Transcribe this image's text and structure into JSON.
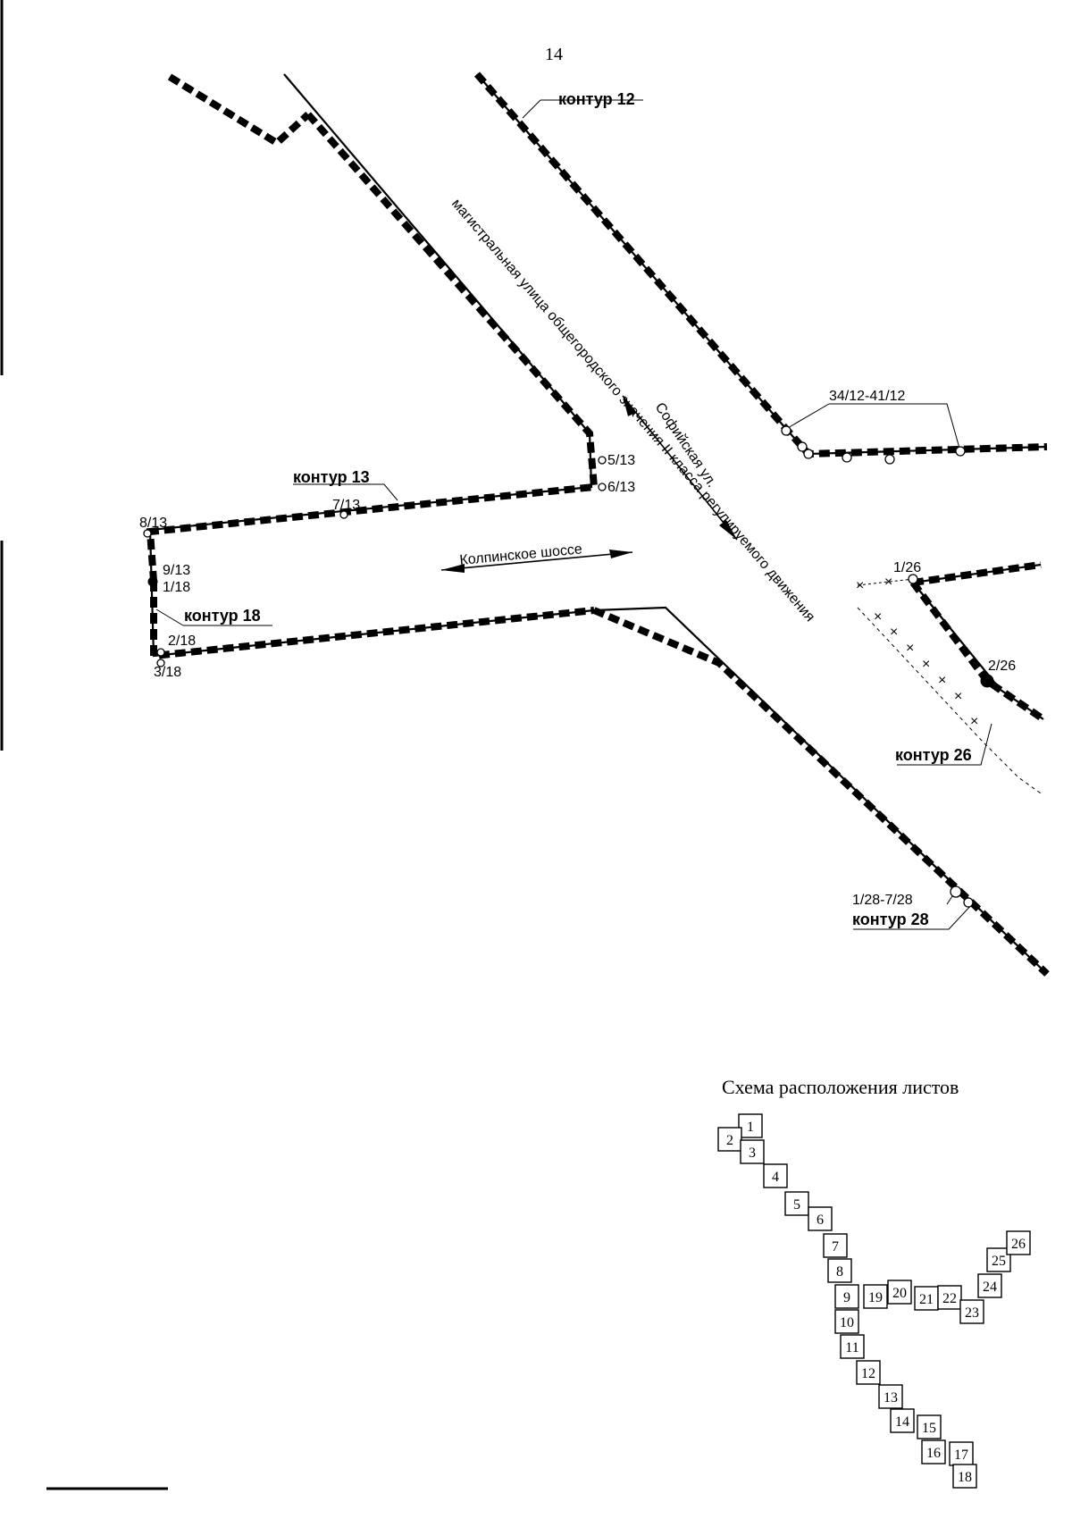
{
  "page_number": "14",
  "street_labels": {
    "main_street": "магистральная улица общегородского значения II класса регулируемого движения",
    "sofiyskaya": "Софийская ул.",
    "kolpinskoe": "Колпинское шоссе"
  },
  "contours": {
    "c12": "контур 12",
    "c13": "контур 13",
    "c18": "контур 18",
    "c26": "контур 26",
    "c28": "контур 28"
  },
  "points": {
    "p34_41_12": "34/12-41/12",
    "p5_13": "5/13",
    "p6_13": "6/13",
    "p7_13": "7/13",
    "p8_13": "8/13",
    "p9_13": "9/13",
    "p1_18": "1/18",
    "p2_18": "2/18",
    "p3_18": "3/18",
    "p1_26": "1/26",
    "p2_26": "2/26",
    "p1_28_7_28": "1/28-7/28"
  },
  "sheet_scheme": {
    "title": "Схема расположения листов",
    "sheets": [
      "1",
      "2",
      "3",
      "4",
      "5",
      "6",
      "7",
      "8",
      "9",
      "10",
      "11",
      "12",
      "13",
      "14",
      "15",
      "16",
      "17",
      "18",
      "19",
      "20",
      "21",
      "22",
      "23",
      "24",
      "25",
      "26"
    ],
    "current_sheet": "14"
  }
}
